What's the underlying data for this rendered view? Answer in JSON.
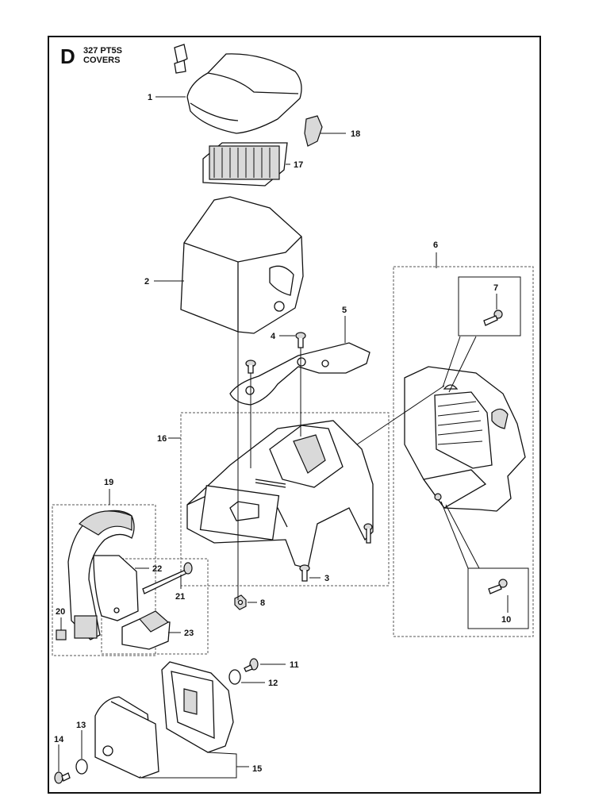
{
  "header": {
    "section_letter": "D",
    "model": "327 PT5S",
    "title": "COVERS"
  },
  "parts": [
    {
      "id": "p1",
      "label": "1"
    },
    {
      "id": "p2",
      "label": "2"
    },
    {
      "id": "p3",
      "label": "3"
    },
    {
      "id": "p4",
      "label": "4"
    },
    {
      "id": "p5",
      "label": "5"
    },
    {
      "id": "p6",
      "label": "6"
    },
    {
      "id": "p7",
      "label": "7"
    },
    {
      "id": "p8",
      "label": "8"
    },
    {
      "id": "p10",
      "label": "10"
    },
    {
      "id": "p11",
      "label": "11"
    },
    {
      "id": "p12",
      "label": "12"
    },
    {
      "id": "p13",
      "label": "13"
    },
    {
      "id": "p14",
      "label": "14"
    },
    {
      "id": "p15",
      "label": "15"
    },
    {
      "id": "p16",
      "label": "16"
    },
    {
      "id": "p17",
      "label": "17"
    },
    {
      "id": "p18",
      "label": "18"
    },
    {
      "id": "p19",
      "label": "19"
    },
    {
      "id": "p20",
      "label": "20"
    },
    {
      "id": "p21",
      "label": "21"
    },
    {
      "id": "p22",
      "label": "22"
    },
    {
      "id": "p23",
      "label": "23"
    }
  ]
}
